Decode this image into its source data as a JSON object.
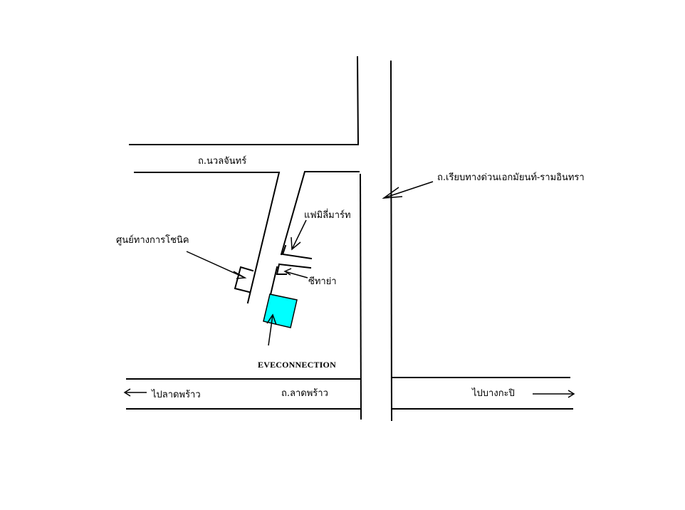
{
  "map": {
    "labels": {
      "nawaljan_road": "ถ.นวลจันทร์",
      "expressway_road": "ถ.เรียบทางด่วนเอกมัยนท์-รามอินทรา",
      "family_mart": "แฟมิลี่มาร์ท",
      "tech_center": "ศูนย์ทางการโชนิค",
      "shop_small": "ซีทาย่า",
      "brand": "EVECONNECTION",
      "to_lat_phrao": "ไปลาดพร้าว",
      "lat_phrao_road": "ถ.ลาดพร้าว",
      "to_bang_kapi": "ไปบางกะปิ"
    },
    "colors": {
      "background": "#ffffff",
      "line": "#000000",
      "destination_fill": "#00ffff"
    }
  }
}
